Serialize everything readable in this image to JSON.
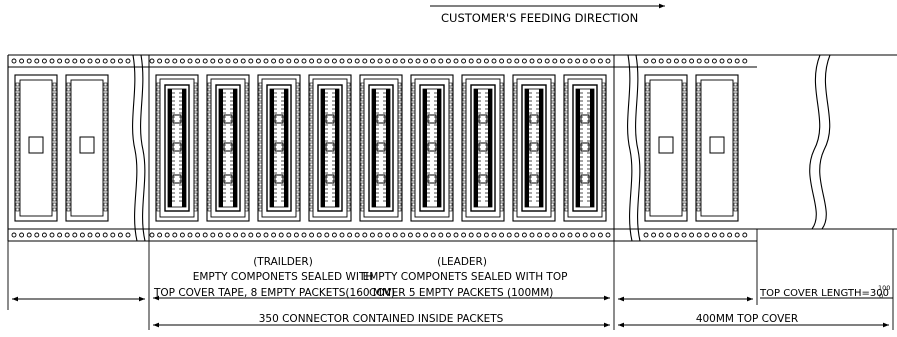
{
  "feed_direction": "CUSTOMER'S FEEDING DIRECTION",
  "trailer": {
    "title": "(TRAILDER)",
    "line1": "EMPTY COMPONETS SEALED WITH",
    "line2": "TOP COVER TAPE, 8 EMPTY PACKETS(160 MM)"
  },
  "leader": {
    "title": "(LEADER)",
    "line1": "EMPTY COMPONETS SEALED WITH TOP",
    "line2": "COVER 5 EMPTY PACKETS (100MM)"
  },
  "top_cover_length": {
    "label": "TOP COVER LENGTH=300",
    "tol_upper": "100",
    "tol_lower": "0"
  },
  "connector_label": "350 CONNECTOR CONTAINED INSIDE PACKETS",
  "top_cover_label": "400MM TOP COVER",
  "colors": {
    "line": "#000000",
    "background": "#ffffff"
  }
}
